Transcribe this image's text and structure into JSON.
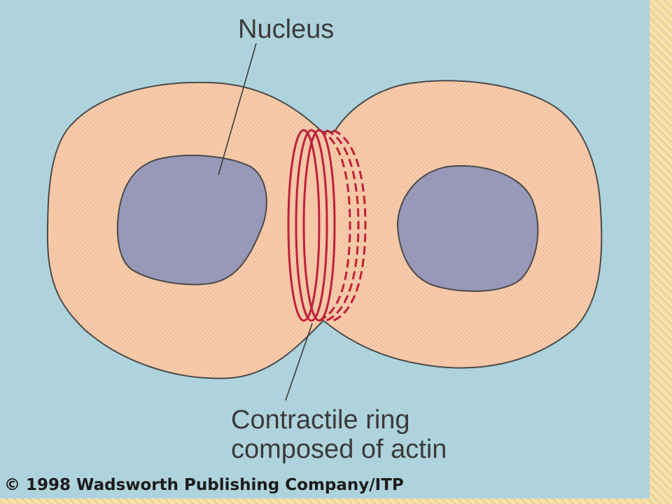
{
  "diagram": {
    "labels": {
      "nucleus": "Nucleus",
      "ring_line1": "Contractile ring",
      "ring_line2": "composed of actin"
    },
    "copyright": "© 1998 Wadsworth Publishing Company/ITP"
  },
  "colors": {
    "background": "#aed3dc",
    "cytoplasm": "#f7c9a8",
    "nucleus": "#9898b8",
    "ring": "#c0203a",
    "outline": "#4a4a4a",
    "frame": "#f2dca3"
  }
}
